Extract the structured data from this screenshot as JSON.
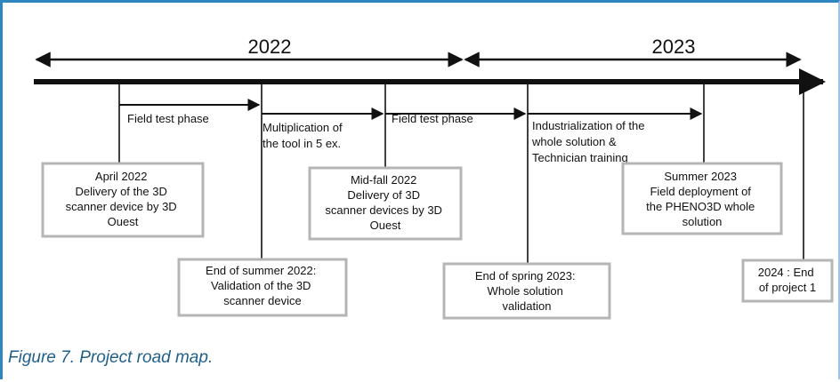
{
  "years": [
    {
      "id": "2022",
      "label": "2022"
    },
    {
      "id": "2023",
      "label": "2023"
    }
  ],
  "phases": [
    {
      "id": "field-test-1",
      "lines": [
        "Field test phase"
      ]
    },
    {
      "id": "multiplication",
      "lines": [
        "Multiplication of",
        "the tool in 5 ex."
      ]
    },
    {
      "id": "field-test-2",
      "lines": [
        "Field test phase"
      ]
    },
    {
      "id": "industrialization",
      "lines": [
        "Industrialization of the",
        "whole solution &",
        "Technician training"
      ]
    }
  ],
  "milestones": [
    {
      "id": "april-2022",
      "lines": [
        "April 2022",
        "Delivery of the 3D",
        "scanner device by 3D",
        "Ouest"
      ]
    },
    {
      "id": "end-summer-2022",
      "lines": [
        "End of summer 2022:",
        "Validation of the 3D",
        "scanner device"
      ]
    },
    {
      "id": "mid-fall-2022",
      "lines": [
        "Mid-fall 2022",
        "Delivery of 3D",
        "scanner devices by 3D",
        "Ouest"
      ]
    },
    {
      "id": "end-spring-2023",
      "lines": [
        "End of spring 2023:",
        "Whole solution",
        "validation"
      ]
    },
    {
      "id": "summer-2023",
      "lines": [
        "Summer 2023",
        "Field deployment of",
        "the PHENO3D whole",
        "solution"
      ]
    },
    {
      "id": "end-2024",
      "lines": [
        "2024 : End",
        "of project 1"
      ]
    }
  ],
  "caption": "Figure 7. Project road map."
}
